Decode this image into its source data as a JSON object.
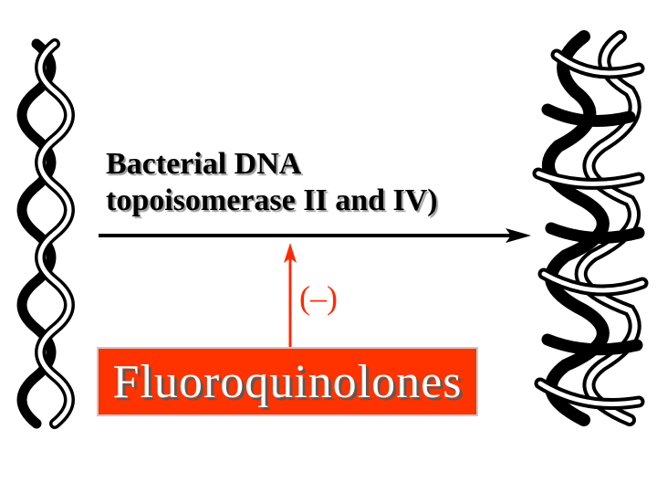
{
  "enzyme": {
    "line1": "Bacterial DNA",
    "line2": "topoisomerase II and IV)"
  },
  "inhibition": {
    "symbol": "(–)"
  },
  "drug": {
    "name": "Fluoroquinolones"
  },
  "colors": {
    "drug_box": "#ff3300",
    "inhibition": "#ff2a00",
    "reaction_arrow": "#000000",
    "dna_strand": "#000000"
  },
  "icons": [
    "relaxed-dna-icon",
    "supercoiled-dna-icon",
    "reaction-arrow-icon",
    "inhibition-arrow-icon"
  ]
}
